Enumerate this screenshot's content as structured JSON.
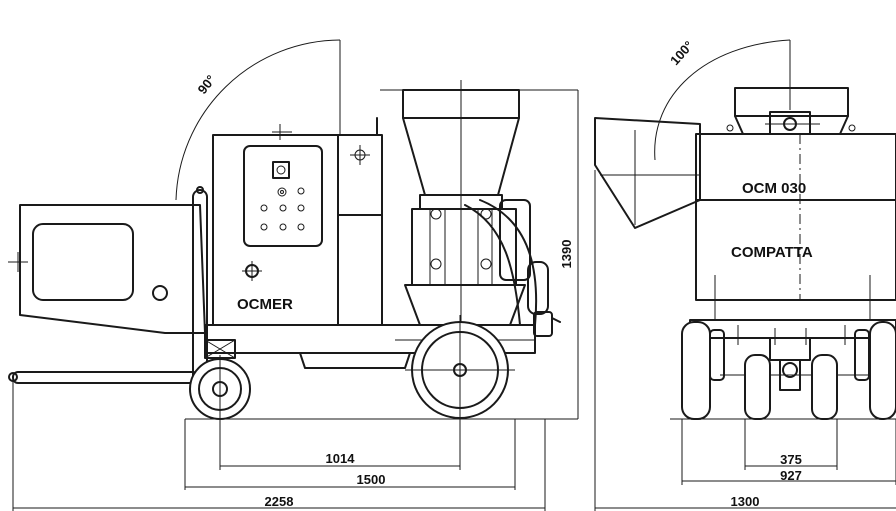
{
  "side_view": {
    "brand_label": "OCMER",
    "angle_label": "90°",
    "dimensions": {
      "wheelbase": "1014",
      "body_length": "1500",
      "total_length": "2258",
      "height": "1390"
    }
  },
  "front_view": {
    "model_label": "OCM 030",
    "variant_label": "COMPATTA",
    "angle_label": "100°",
    "dimensions": {
      "inner_track": "375",
      "outer_track": "927",
      "width": "1300"
    }
  }
}
